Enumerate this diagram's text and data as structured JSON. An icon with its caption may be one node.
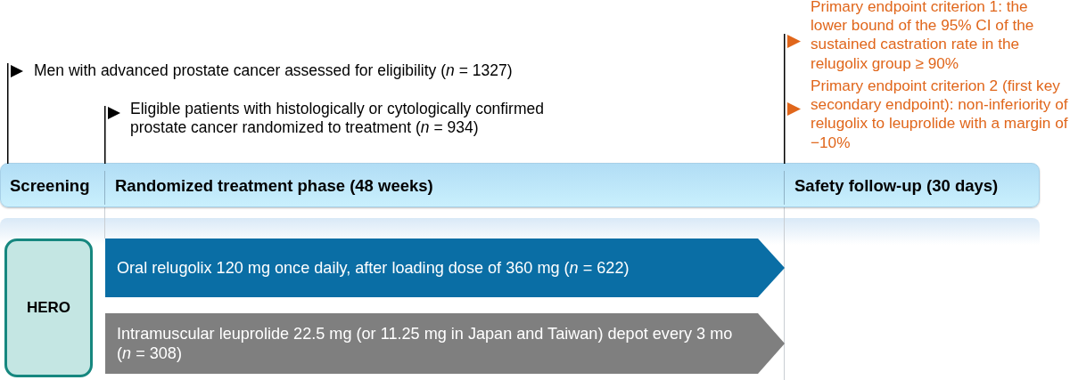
{
  "diagram": {
    "nodes": [
      {
        "text": [
          "Screening",
          "Randomized treatment phase (48 weeks)",
          "Safety follow-up (30 days)"
        ]
      },
      {
        "text": [],
        "shape": "band"
      },
      {
        "text": [
          "HERO"
        ]
      },
      {
        "text": [
          "Oral relugolix 120 mg once daily, after loading dose of 360 mg (*n* = 622)"
        ]
      },
      {
        "text": [
          "Intramuscular leuprolide 22.5 mg (or 11.25 mg in Japan and Taiwan) depot every 3 mo (*n* = 308)"
        ]
      }
    ],
    "labels": [
      "Men with advanced prostate cancer assessed for eligibility (*n* = 1327)",
      "Eligible patients with histologically or cytologically confirmed prostate cancer randomized to treatment (*n* = 934)",
      "Primary endpoint criterion 1: the lower bound of the 95% CI of the sustained castration rate in the relugolix group ≥ 90%",
      "Primary endpoint criterion 2 (first key secondary endpoint): non-inferiority of relugolix to leuprolide with a margin of −10%"
    ]
  }
}
